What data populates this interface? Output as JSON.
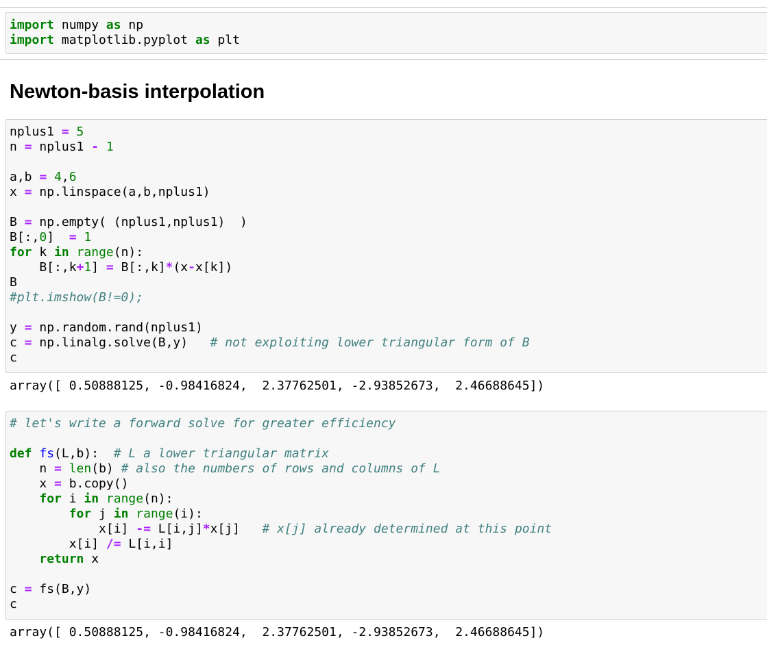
{
  "heading": "Newton-basis interpolation",
  "cells": [
    {
      "lines": [
        [
          [
            "k",
            "import"
          ],
          [
            "t",
            " numpy "
          ],
          [
            "k",
            "as"
          ],
          [
            "t",
            " np"
          ]
        ],
        [
          [
            "k",
            "import"
          ],
          [
            "t",
            " matplotlib.pyplot "
          ],
          [
            "k",
            "as"
          ],
          [
            "t",
            " plt"
          ]
        ]
      ]
    },
    {
      "lines": [
        [
          [
            "t",
            "nplus1 "
          ],
          [
            "o",
            "="
          ],
          [
            "t",
            " "
          ],
          [
            "n",
            "5"
          ]
        ],
        [
          [
            "t",
            "n "
          ],
          [
            "o",
            "="
          ],
          [
            "t",
            " nplus1 "
          ],
          [
            "o",
            "-"
          ],
          [
            "t",
            " "
          ],
          [
            "n",
            "1"
          ]
        ],
        [],
        [
          [
            "t",
            "a,b "
          ],
          [
            "o",
            "="
          ],
          [
            "t",
            " "
          ],
          [
            "n",
            "4"
          ],
          [
            "t",
            ","
          ],
          [
            "n",
            "6"
          ]
        ],
        [
          [
            "t",
            "x "
          ],
          [
            "o",
            "="
          ],
          [
            "t",
            " np.linspace(a,b,nplus1)"
          ]
        ],
        [],
        [
          [
            "t",
            "B "
          ],
          [
            "o",
            "="
          ],
          [
            "t",
            " np.empty( (nplus1,nplus1)  )"
          ]
        ],
        [
          [
            "t",
            "B[:,"
          ],
          [
            "n",
            "0"
          ],
          [
            "t",
            "]  "
          ],
          [
            "o",
            "="
          ],
          [
            "t",
            " "
          ],
          [
            "n",
            "1"
          ]
        ],
        [
          [
            "k",
            "for"
          ],
          [
            "t",
            " k "
          ],
          [
            "k",
            "in"
          ],
          [
            "t",
            " "
          ],
          [
            "b",
            "range"
          ],
          [
            "t",
            "(n):"
          ]
        ],
        [
          [
            "t",
            "    B[:,k"
          ],
          [
            "o",
            "+"
          ],
          [
            "n",
            "1"
          ],
          [
            "t",
            "] "
          ],
          [
            "o",
            "="
          ],
          [
            "t",
            " B[:,k]"
          ],
          [
            "o",
            "*"
          ],
          [
            "t",
            "(x"
          ],
          [
            "o",
            "-"
          ],
          [
            "t",
            "x[k])"
          ]
        ],
        [
          [
            "t",
            "B"
          ]
        ],
        [
          [
            "c",
            "#plt.imshow(B!=0);"
          ]
        ],
        [],
        [
          [
            "t",
            "y "
          ],
          [
            "o",
            "="
          ],
          [
            "t",
            " np.random.rand(nplus1)"
          ]
        ],
        [
          [
            "t",
            "c "
          ],
          [
            "o",
            "="
          ],
          [
            "t",
            " np.linalg.solve(B,y)   "
          ],
          [
            "c",
            "# not exploiting lower triangular form of B"
          ]
        ],
        [
          [
            "t",
            "c"
          ]
        ]
      ],
      "output": "array([ 0.50888125, -0.98416824,  2.37762501, -2.93852673,  2.46688645])"
    },
    {
      "lines": [
        [
          [
            "c",
            "# let's write a forward solve for greater efficiency"
          ]
        ],
        [],
        [
          [
            "k",
            "def"
          ],
          [
            "t",
            " "
          ],
          [
            "f",
            "fs"
          ],
          [
            "t",
            "(L,b):  "
          ],
          [
            "c",
            "# L a lower triangular matrix"
          ]
        ],
        [
          [
            "t",
            "    n "
          ],
          [
            "o",
            "="
          ],
          [
            "t",
            " "
          ],
          [
            "b",
            "len"
          ],
          [
            "t",
            "(b) "
          ],
          [
            "c",
            "# also the numbers of rows and columns of L"
          ]
        ],
        [
          [
            "t",
            "    x "
          ],
          [
            "o",
            "="
          ],
          [
            "t",
            " b.copy()"
          ]
        ],
        [
          [
            "t",
            "    "
          ],
          [
            "k",
            "for"
          ],
          [
            "t",
            " i "
          ],
          [
            "k",
            "in"
          ],
          [
            "t",
            " "
          ],
          [
            "b",
            "range"
          ],
          [
            "t",
            "(n):"
          ]
        ],
        [
          [
            "t",
            "        "
          ],
          [
            "k",
            "for"
          ],
          [
            "t",
            " j "
          ],
          [
            "k",
            "in"
          ],
          [
            "t",
            " "
          ],
          [
            "b",
            "range"
          ],
          [
            "t",
            "(i):"
          ]
        ],
        [
          [
            "t",
            "            x[i] "
          ],
          [
            "o",
            "-="
          ],
          [
            "t",
            " L[i,j]"
          ],
          [
            "o",
            "*"
          ],
          [
            "t",
            "x[j]   "
          ],
          [
            "c",
            "# x[j] already determined at this point"
          ]
        ],
        [
          [
            "t",
            "        x[i] "
          ],
          [
            "o",
            "/="
          ],
          [
            "t",
            " L[i,i]"
          ]
        ],
        [
          [
            "t",
            "    "
          ],
          [
            "k",
            "return"
          ],
          [
            "t",
            " x"
          ]
        ],
        [],
        [
          [
            "t",
            "c "
          ],
          [
            "o",
            "="
          ],
          [
            "t",
            " fs(B,y)"
          ]
        ],
        [
          [
            "t",
            "c"
          ]
        ]
      ],
      "output": "array([ 0.50888125, -0.98416824,  2.37762501, -2.93852673,  2.46688645])"
    }
  ]
}
